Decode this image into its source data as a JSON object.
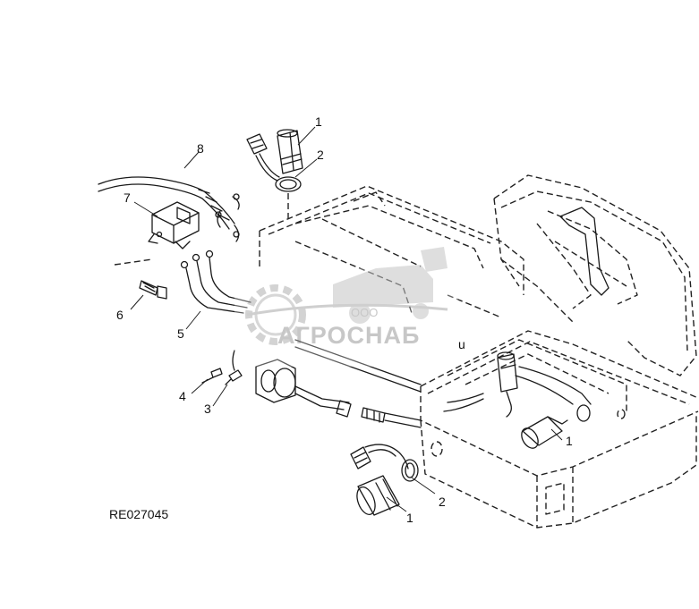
{
  "figure": {
    "reference_code": "RE027045"
  },
  "callouts": {
    "top_plug": "1",
    "top_seal": "2",
    "harness_clip": "8",
    "relay": "7",
    "bolt": "6",
    "wire_leads": "5",
    "screw": "4",
    "terminal": "3",
    "bottom_seal": "2",
    "bottom_plug": "1",
    "box_plug": "1",
    "box_label": "u"
  },
  "watermark": {
    "company_prefix": "ООО",
    "company_name": "АГРОСНАБ"
  }
}
